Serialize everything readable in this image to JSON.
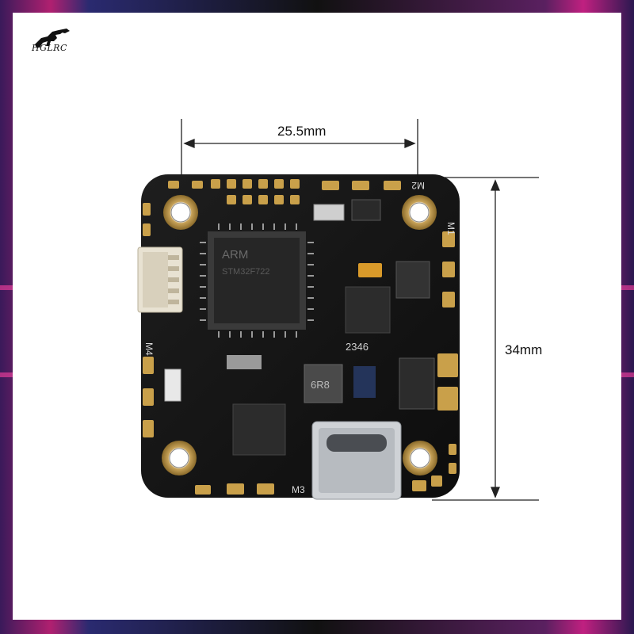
{
  "brand": {
    "logo_text": "HGLRC"
  },
  "dimensions": {
    "width_label": "25.5mm",
    "height_label": "34mm"
  },
  "board_labels": {
    "m1": "M1",
    "m2": "M2",
    "m3": "M3",
    "m4": "M4"
  },
  "chip_markings": {
    "mcu_line1": "ARM",
    "mcu_line2": "STM32F722",
    "ic_code": "2346",
    "inductor_code": "6R8"
  }
}
